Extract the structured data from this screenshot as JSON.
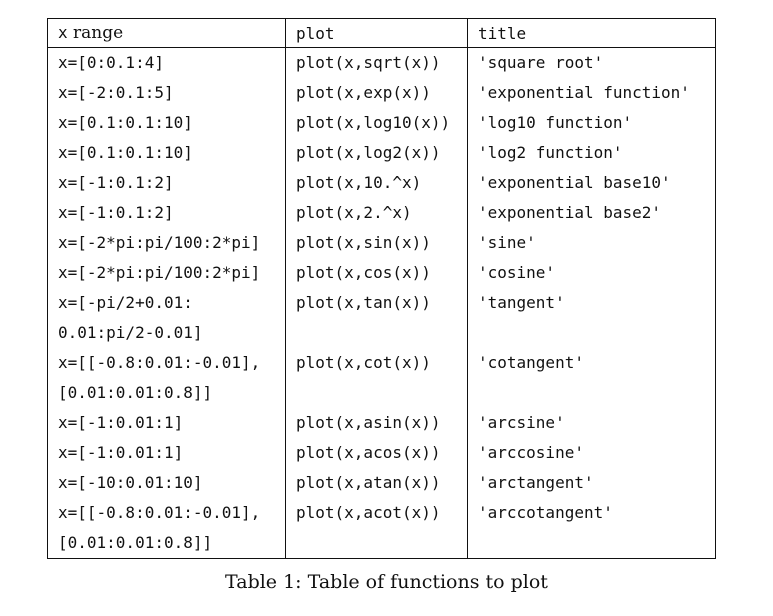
{
  "colors": {
    "background": "#ffffff",
    "text": "#111111",
    "border": "#111111"
  },
  "table": {
    "headers": [
      {
        "parts": [
          {
            "text": "x",
            "font": "mono"
          },
          {
            "text": " range",
            "font": "serif"
          }
        ]
      },
      {
        "parts": [
          {
            "text": "plot",
            "font": "mono"
          }
        ]
      },
      {
        "parts": [
          {
            "text": "title",
            "font": "mono"
          }
        ]
      }
    ],
    "rows": [
      {
        "x_range": [
          "x=[0:0.1:4]"
        ],
        "plot": "plot(x,sqrt(x))",
        "title": "'square root'"
      },
      {
        "x_range": [
          "x=[-2:0.1:5]"
        ],
        "plot": "plot(x,exp(x))",
        "title": "'exponential function'"
      },
      {
        "x_range": [
          "x=[0.1:0.1:10]"
        ],
        "plot": "plot(x,log10(x))",
        "title": "'log10 function'"
      },
      {
        "x_range": [
          "x=[0.1:0.1:10]"
        ],
        "plot": "plot(x,log2(x))",
        "title": "'log2 function'"
      },
      {
        "x_range": [
          "x=[-1:0.1:2]"
        ],
        "plot": "plot(x,10.^x)",
        "title": "'exponential base10'"
      },
      {
        "x_range": [
          "x=[-1:0.1:2]"
        ],
        "plot": "plot(x,2.^x)",
        "title": "'exponential base2'"
      },
      {
        "x_range": [
          "x=[-2*pi:pi/100:2*pi]"
        ],
        "plot": "plot(x,sin(x))",
        "title": "'sine'"
      },
      {
        "x_range": [
          "x=[-2*pi:pi/100:2*pi]"
        ],
        "plot": "plot(x,cos(x))",
        "title": "'cosine'"
      },
      {
        "x_range": [
          "x=[-pi/2+0.01:",
          "0.01:pi/2-0.01]"
        ],
        "plot": "plot(x,tan(x))",
        "title": "'tangent'"
      },
      {
        "x_range": [
          "x=[[-0.8:0.01:-0.01],",
          "[0.01:0.01:0.8]]"
        ],
        "plot": "plot(x,cot(x))",
        "title": "'cotangent'"
      },
      {
        "x_range": [
          "x=[-1:0.01:1]"
        ],
        "plot": "plot(x,asin(x))",
        "title": "'arcsine'"
      },
      {
        "x_range": [
          "x=[-1:0.01:1]"
        ],
        "plot": "plot(x,acos(x))",
        "title": "'arccosine'"
      },
      {
        "x_range": [
          "x=[-10:0.01:10]"
        ],
        "plot": "plot(x,atan(x))",
        "title": "'arctangent'"
      },
      {
        "x_range": [
          "x=[[-0.8:0.01:-0.01],",
          "[0.01:0.01:0.8]]"
        ],
        "plot": "plot(x,acot(x))",
        "title": "'arccotangent'"
      }
    ]
  },
  "caption": "Table 1: Table of functions to plot"
}
